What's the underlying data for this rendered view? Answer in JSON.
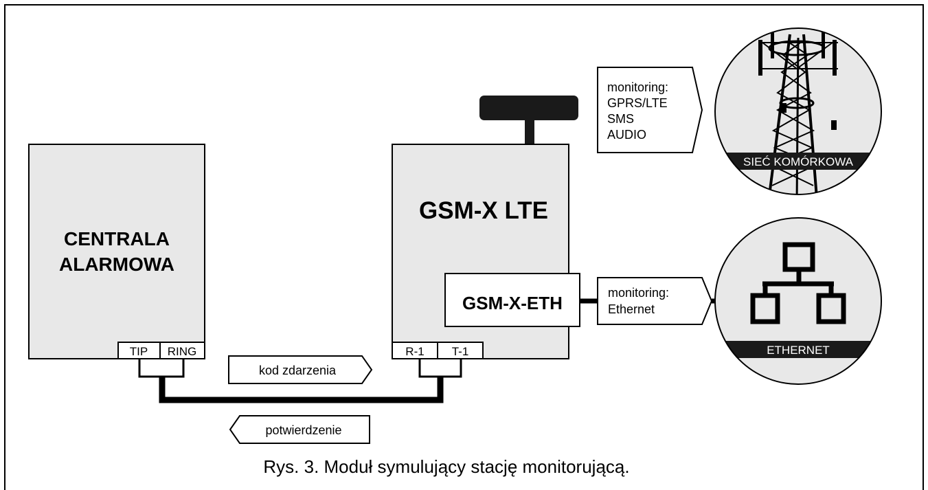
{
  "centrala": {
    "line1": "CENTRALA",
    "line2": "ALARMOWA",
    "port_tip": "TIP",
    "port_ring": "RING"
  },
  "gsm": {
    "title": "GSM-X LTE",
    "port_r1": "R-1",
    "port_t1": "T-1"
  },
  "eth_module": {
    "label": "GSM-X-ETH"
  },
  "arrows": {
    "event_code": "kod zdarzenia",
    "ack": "potwierdzenie"
  },
  "cellular_box": {
    "line1": "monitoring:",
    "line2": "GPRS/LTE",
    "line3": "SMS",
    "line4": "AUDIO"
  },
  "ethernet_box": {
    "line1": "monitoring:",
    "line2": "Ethernet"
  },
  "cell_circle": {
    "label": "SIEĆ KOMÓRKOWA"
  },
  "eth_circle": {
    "label": "ETHERNET"
  },
  "caption": "Rys. 3. Moduł symulujący stację monitorującą."
}
